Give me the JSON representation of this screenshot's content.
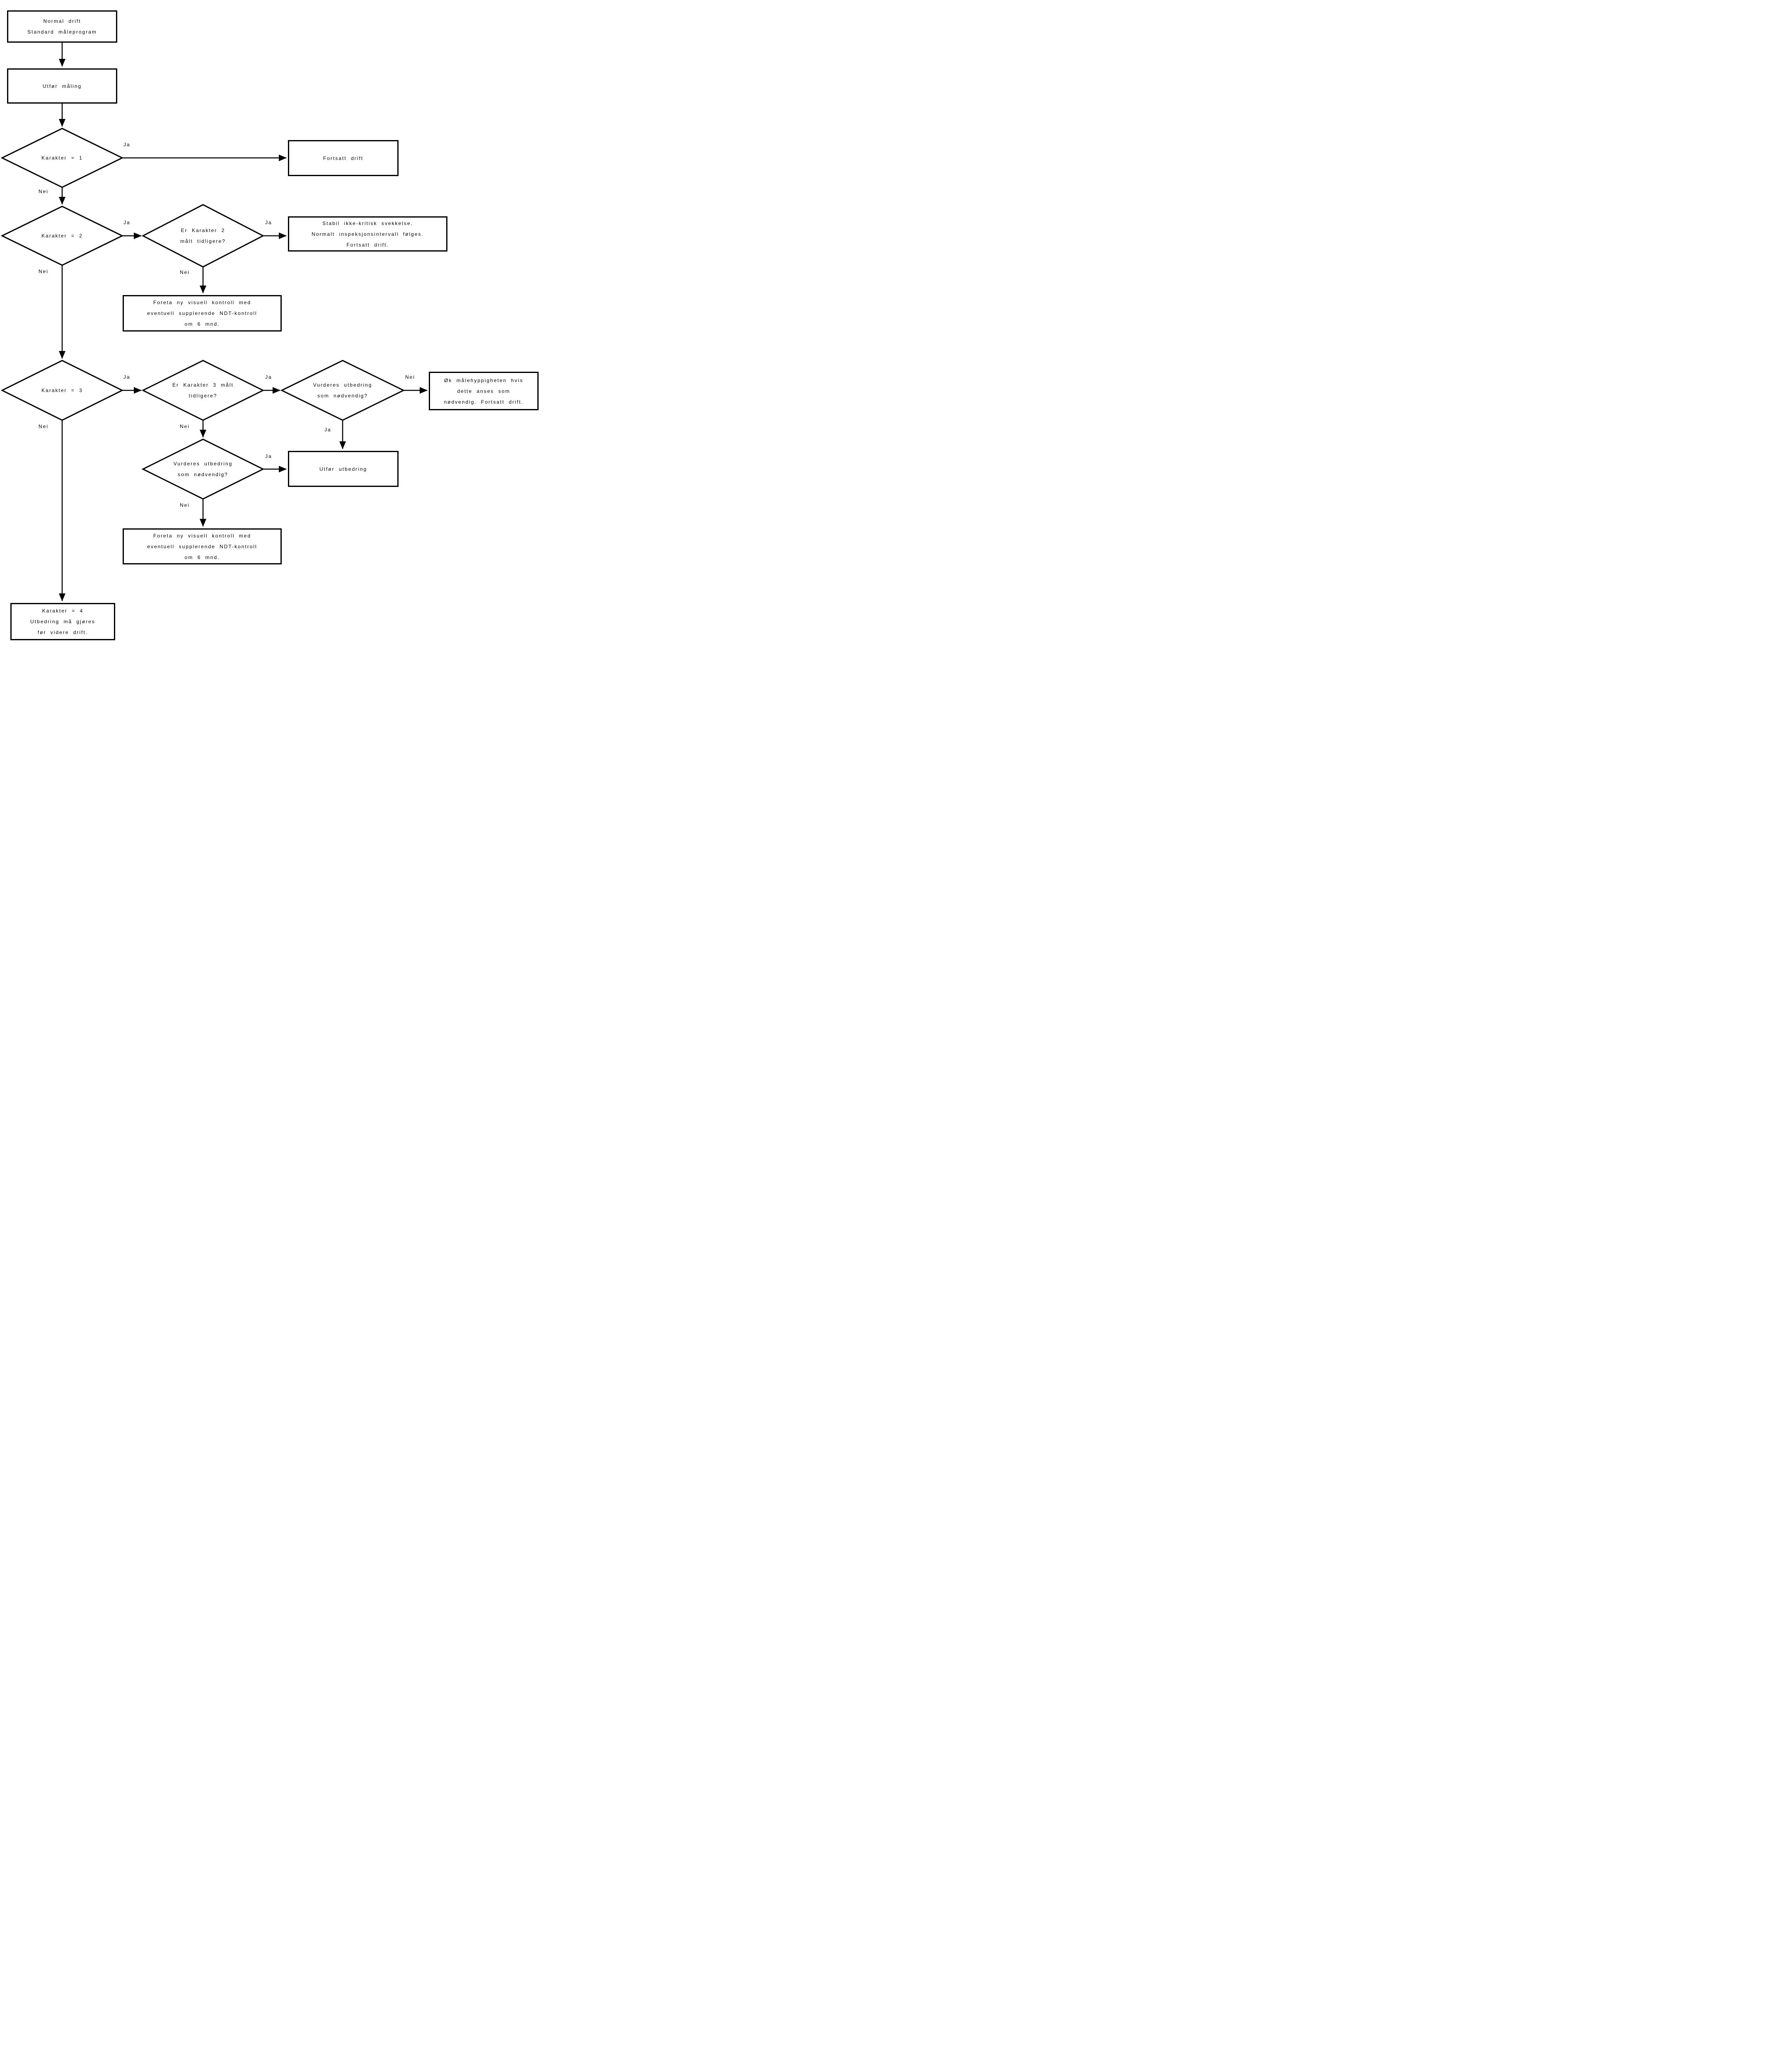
{
  "diagram": {
    "background_color": "#ffffff",
    "line_color": "#000000",
    "language": "Norwegian"
  },
  "nodes": {
    "normal_drift": {
      "type": "process",
      "lines": [
        "Normal drift",
        "Standard måleprogram"
      ]
    },
    "utfor_maling": {
      "type": "process",
      "lines": [
        "Utfør måling"
      ]
    },
    "karakter1": {
      "type": "decision",
      "lines": [
        "Karakter = 1"
      ]
    },
    "fortsatt_drift": {
      "type": "process",
      "lines": [
        "Fortsatt drift"
      ]
    },
    "karakter2": {
      "type": "decision",
      "lines": [
        "Karakter = 2"
      ]
    },
    "er_karakter2": {
      "type": "decision",
      "lines": [
        "Er Karakter 2",
        "målt tidligere?"
      ]
    },
    "stabil": {
      "type": "process",
      "lines": [
        "Stabil ikke-kritisk svekkelse.",
        "Normalt inspeksjonsintervall følges.",
        "Fortsatt drift."
      ]
    },
    "foreta_ndt_1": {
      "type": "process",
      "lines": [
        "Foreta ny visuell kontroll med",
        "eventuell supplerende NDT-kontroll",
        "om 6 mnd."
      ]
    },
    "karakter3": {
      "type": "decision",
      "lines": [
        "Karakter = 3"
      ]
    },
    "er_karakter3": {
      "type": "decision",
      "lines": [
        "Er Karakter 3 målt",
        "tidligere?"
      ]
    },
    "vurderes_utbedring_1": {
      "type": "decision",
      "lines": [
        "Vurderes utbedring",
        "som nødvendig?"
      ]
    },
    "ok_malehyppigheten": {
      "type": "process",
      "lines": [
        "Øk målehyppigheten hvis",
        "dette anses som",
        "nødvendig. Fortsatt drift."
      ]
    },
    "vurderes_utbedring_2": {
      "type": "decision",
      "lines": [
        "Vurderes utbedring",
        "som nødvendig?"
      ]
    },
    "utfor_utbedring": {
      "type": "process",
      "lines": [
        "Utfør utbedring"
      ]
    },
    "foreta_ndt_2": {
      "type": "process",
      "lines": [
        "Foreta ny visuell kontroll med",
        "eventuell supplerende NDT-kontroll",
        "om 6 mnd."
      ]
    },
    "karakter4": {
      "type": "process",
      "lines": [
        "Karakter = 4",
        "Utbedring må gjøres",
        "før videre drift."
      ]
    }
  },
  "edge_labels": {
    "karakter1_ja": "Ja",
    "karakter1_nei": "Nei",
    "karakter2_ja": "Ja",
    "karakter2_nei": "Nei",
    "er_karakter2_ja": "Ja",
    "er_karakter2_nei": "Nei",
    "karakter3_ja": "Ja",
    "karakter3_nei": "Nei",
    "er_karakter3_ja": "Ja",
    "er_karakter3_nei": "Nei",
    "vurderes1_nei": "Nei",
    "vurderes1_ja": "Ja",
    "vurderes2_ja": "Ja",
    "vurderes2_nei": "Nei"
  }
}
